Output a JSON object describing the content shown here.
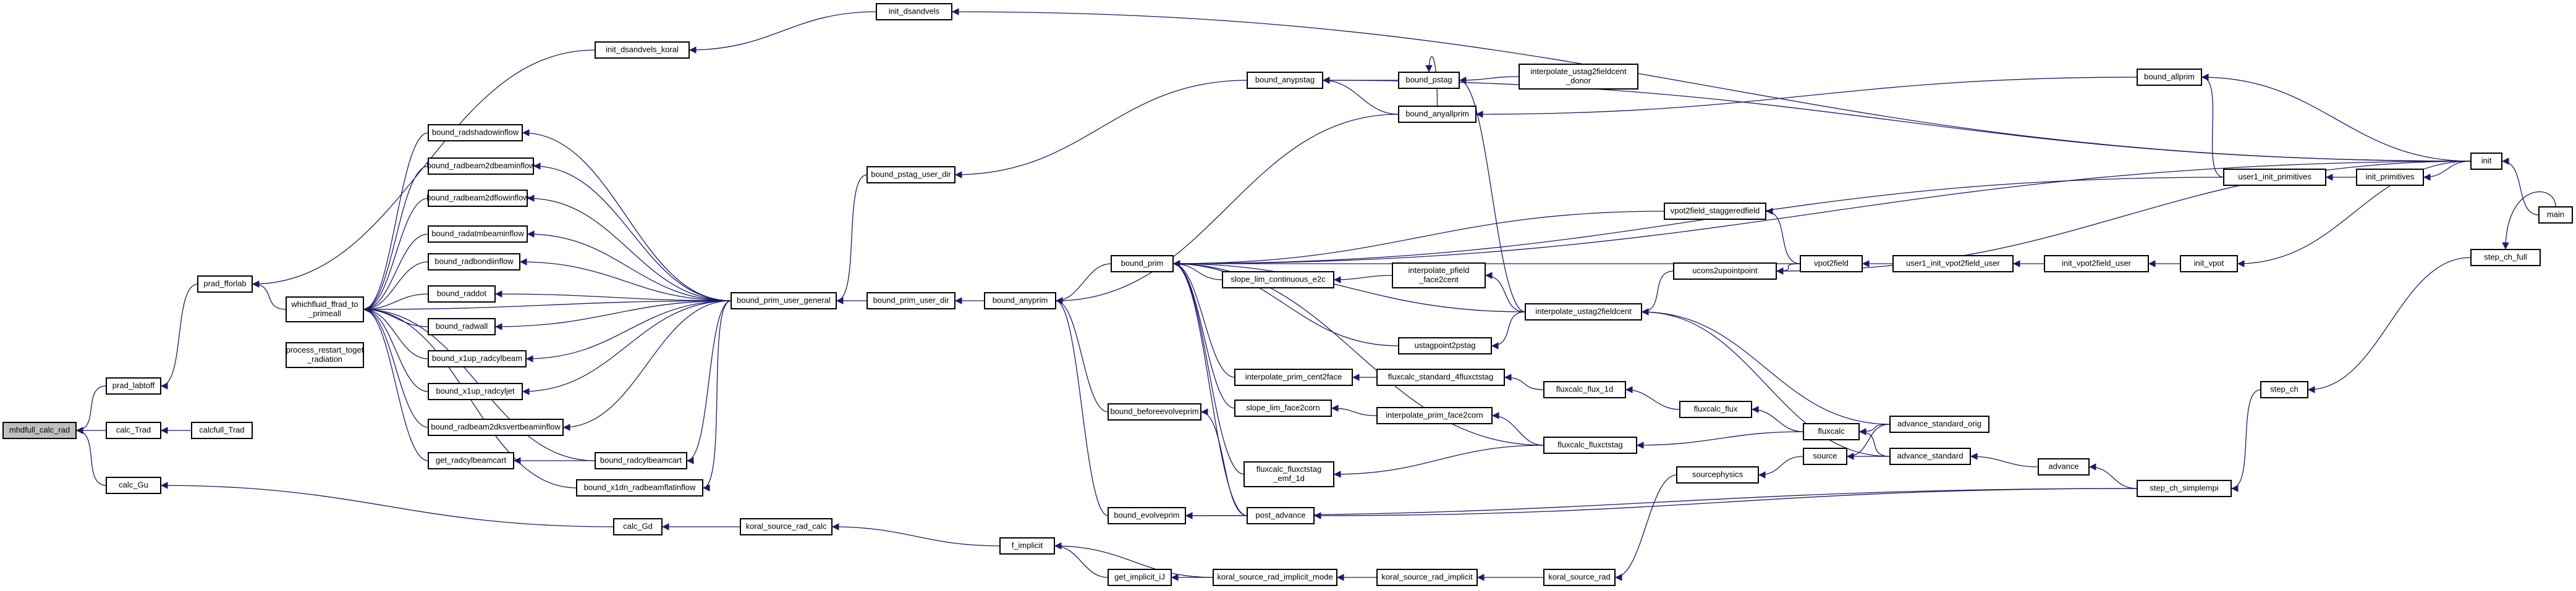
{
  "graph": {
    "edge_color": "#1a1a6e",
    "root_fill": "#bfbfbf",
    "nodes": [
      {
        "id": "mhdfull",
        "lines": [
          "mhdfull_calc_rad"
        ],
        "root": true
      },
      {
        "id": "prad_labf",
        "lines": [
          "prad_labtoff"
        ]
      },
      {
        "id": "calc_Trad",
        "lines": [
          "calc_Trad"
        ]
      },
      {
        "id": "calcfull_Trad",
        "lines": [
          "calcfull_Trad"
        ]
      },
      {
        "id": "calc_Gu",
        "lines": [
          "calc_Gu"
        ]
      },
      {
        "id": "prad_fflab",
        "lines": [
          "prad_fforlab"
        ]
      },
      {
        "id": "whichfluid",
        "lines": [
          "whichfluid_ffrad_to",
          "_primeall"
        ]
      },
      {
        "id": "process_restart",
        "lines": [
          "process_restart_toget",
          "_radiation"
        ]
      },
      {
        "id": "init_dsandvels_koral",
        "lines": [
          "init_dsandvels_koral"
        ]
      },
      {
        "id": "init_dsandvels",
        "lines": [
          "init_dsandvels"
        ]
      },
      {
        "id": "brshadow",
        "lines": [
          "bound_radshadowinflow"
        ]
      },
      {
        "id": "brbeam2dbeam",
        "lines": [
          "bound_radbeam2dbeaminflow"
        ]
      },
      {
        "id": "brbeam2dflow",
        "lines": [
          "bound_radbeam2dflowinflow"
        ]
      },
      {
        "id": "bratm",
        "lines": [
          "bound_radatmbeaminflow"
        ]
      },
      {
        "id": "brbondi",
        "lines": [
          "bound_radbondiinflow"
        ]
      },
      {
        "id": "braddot",
        "lines": [
          "bound_raddot"
        ]
      },
      {
        "id": "bradwall",
        "lines": [
          "bound_radwall"
        ]
      },
      {
        "id": "bx1upbeam",
        "lines": [
          "bound_x1up_radcylbeam"
        ]
      },
      {
        "id": "bx1upjet",
        "lines": [
          "bound_x1up_radcyljet"
        ]
      },
      {
        "id": "brbeam2dkso",
        "lines": [
          "bound_radbeam2dksvertbeaminflow"
        ]
      },
      {
        "id": "getradcyl",
        "lines": [
          "get_radcylbeamcart"
        ]
      },
      {
        "id": "bradcyl",
        "lines": [
          "bound_radcylbeamcart"
        ]
      },
      {
        "id": "bx1dn",
        "lines": [
          "bound_x1dn_radbeamflatinflow"
        ]
      },
      {
        "id": "bpug",
        "lines": [
          "bound_prim_user_general"
        ]
      },
      {
        "id": "bpud",
        "lines": [
          "bound_prim_user_dir"
        ]
      },
      {
        "id": "bpstagud",
        "lines": [
          "bound_pstag_user_dir"
        ]
      },
      {
        "id": "banyprim",
        "lines": [
          "bound_anyprim"
        ]
      },
      {
        "id": "banypstag",
        "lines": [
          "bound_anypstag"
        ]
      },
      {
        "id": "bpstag",
        "lines": [
          "bound_pstag"
        ]
      },
      {
        "id": "interp_donor",
        "lines": [
          "interpolate_ustag2fieldcent",
          "_donor"
        ]
      },
      {
        "id": "banyallprim",
        "lines": [
          "bound_anyallprim"
        ]
      },
      {
        "id": "ballprim",
        "lines": [
          "bound_allprim"
        ]
      },
      {
        "id": "init",
        "lines": [
          "init"
        ]
      },
      {
        "id": "main",
        "lines": [
          "main"
        ]
      },
      {
        "id": "uiprims",
        "lines": [
          "user1_init_primitives"
        ]
      },
      {
        "id": "iprims",
        "lines": [
          "init_primitives"
        ]
      },
      {
        "id": "bprim",
        "lines": [
          "bound_prim"
        ]
      },
      {
        "id": "vpotstag",
        "lines": [
          "vpot2field_staggeredfield"
        ]
      },
      {
        "id": "vpot2field",
        "lines": [
          "vpot2field"
        ]
      },
      {
        "id": "uivpot",
        "lines": [
          "user1_init_vpot2field_user"
        ]
      },
      {
        "id": "ivpotuser",
        "lines": [
          "init_vpot2field_user"
        ]
      },
      {
        "id": "ivpot",
        "lines": [
          "init_vpot"
        ]
      },
      {
        "id": "slope_e2c",
        "lines": [
          "slope_lim_continuous_e2c"
        ]
      },
      {
        "id": "interp_pf",
        "lines": [
          "interpolate_pfield",
          "_face2cent"
        ]
      },
      {
        "id": "interp_ustag",
        "lines": [
          "interpolate_ustag2fieldcent"
        ]
      },
      {
        "id": "ucons2up",
        "lines": [
          "ucons2upointpoint"
        ]
      },
      {
        "id": "ustagpoint",
        "lines": [
          "ustagpoint2pstag"
        ]
      },
      {
        "id": "interp_c2f",
        "lines": [
          "interpolate_prim_cent2face"
        ]
      },
      {
        "id": "flux_std",
        "lines": [
          "fluxcalc_standard_4fluxctstag"
        ]
      },
      {
        "id": "flux_1d",
        "lines": [
          "fluxcalc_flux_1d"
        ]
      },
      {
        "id": "flux_flux",
        "lines": [
          "fluxcalc_flux"
        ]
      },
      {
        "id": "fluxcalc",
        "lines": [
          "fluxcalc"
        ]
      },
      {
        "id": "slope_f2c",
        "lines": [
          "slope_lim_face2corn"
        ]
      },
      {
        "id": "interp_f2c",
        "lines": [
          "interpolate_prim_face2corn"
        ]
      },
      {
        "id": "flux_ctstag",
        "lines": [
          "fluxcalc_fluxctstag"
        ]
      },
      {
        "id": "flux_ctstag_any",
        "lines": [
          "fluxcalc_fluxctstag",
          "_emf_1d"
        ]
      },
      {
        "id": "adv_orig",
        "lines": [
          "advance_standard_orig"
        ]
      },
      {
        "id": "adv_std",
        "lines": [
          "advance_standard"
        ]
      },
      {
        "id": "advance",
        "lines": [
          "advance"
        ]
      },
      {
        "id": "bbefore",
        "lines": [
          "bound_beforeevolveprim"
        ]
      },
      {
        "id": "bevolve",
        "lines": [
          "bound_evolveprim"
        ]
      },
      {
        "id": "post_adv",
        "lines": [
          "post_advance"
        ]
      },
      {
        "id": "source",
        "lines": [
          "source"
        ]
      },
      {
        "id": "srcphys",
        "lines": [
          "sourcephysics"
        ]
      },
      {
        "id": "step_full",
        "lines": [
          "step_ch_full"
        ]
      },
      {
        "id": "step_ch",
        "lines": [
          "step_ch"
        ]
      },
      {
        "id": "step_simple",
        "lines": [
          "step_ch_simplempi"
        ]
      },
      {
        "id": "calc_Gd",
        "lines": [
          "calc_Gd"
        ]
      },
      {
        "id": "ksrc_calc",
        "lines": [
          "koral_source_rad_calc"
        ]
      },
      {
        "id": "f_implicit",
        "lines": [
          "f_implicit"
        ]
      },
      {
        "id": "get_impl",
        "lines": [
          "get_implicit_iJ"
        ]
      },
      {
        "id": "ksrc_mode",
        "lines": [
          "koral_source_rad_implicit_mode"
        ]
      },
      {
        "id": "ksrc_impl",
        "lines": [
          "koral_source_rad_implicit"
        ]
      },
      {
        "id": "ksrc",
        "lines": [
          "koral_source_rad"
        ]
      }
    ],
    "edges": [
      [
        "mhdfull",
        "prad_labf"
      ],
      [
        "mhdfull",
        "calc_Trad"
      ],
      [
        "mhdfull",
        "calc_Gu"
      ],
      [
        "calc_Trad",
        "calcfull_Trad"
      ],
      [
        "prad_labf",
        "prad_fflab"
      ],
      [
        "prad_fflab",
        "whichfluid"
      ],
      [
        "prad_fflab",
        "init_dsandvels_koral"
      ],
      [
        "init_dsandvels_koral",
        "init_dsandvels"
      ],
      [
        "init_dsandvels",
        "init"
      ],
      [
        "whichfluid",
        "brshadow"
      ],
      [
        "whichfluid",
        "brbeam2dbeam"
      ],
      [
        "whichfluid",
        "brbeam2dflow"
      ],
      [
        "whichfluid",
        "bratm"
      ],
      [
        "whichfluid",
        "brbondi"
      ],
      [
        "whichfluid",
        "braddot"
      ],
      [
        "whichfluid",
        "bradwall"
      ],
      [
        "whichfluid",
        "bx1upbeam"
      ],
      [
        "whichfluid",
        "bx1upjet"
      ],
      [
        "whichfluid",
        "brbeam2dkso"
      ],
      [
        "whichfluid",
        "getradcyl"
      ],
      [
        "whichfluid",
        "bradcyl"
      ],
      [
        "whichfluid",
        "bx1dn"
      ],
      [
        "whichfluid",
        "bpug"
      ],
      [
        "getradcyl",
        "bradcyl"
      ],
      [
        "brshadow",
        "bpug"
      ],
      [
        "brbeam2dbeam",
        "bpug"
      ],
      [
        "brbeam2dflow",
        "bpug"
      ],
      [
        "bratm",
        "bpug"
      ],
      [
        "brbondi",
        "bpug"
      ],
      [
        "braddot",
        "bpug"
      ],
      [
        "bradwall",
        "bpug"
      ],
      [
        "bx1upbeam",
        "bpug"
      ],
      [
        "bx1upjet",
        "bpug"
      ],
      [
        "brbeam2dkso",
        "bpug"
      ],
      [
        "bradcyl",
        "bpug"
      ],
      [
        "bx1dn",
        "bpug"
      ],
      [
        "bpug",
        "bpud"
      ],
      [
        "bpug",
        "bpstagud"
      ],
      [
        "bpud",
        "banyprim"
      ],
      [
        "bpstagud",
        "banypstag"
      ],
      [
        "banypstag",
        "bpstag"
      ],
      [
        "banypstag",
        "banyallprim"
      ],
      [
        "banypstag",
        "init"
      ],
      [
        "bpstag",
        "interp_donor"
      ],
      [
        "bpstag",
        "banyallprim"
      ],
      [
        "bpstag",
        "interp_ustag"
      ],
      [
        "banyallprim",
        "ballprim"
      ],
      [
        "ballprim",
        "uiprims"
      ],
      [
        "ballprim",
        "init"
      ],
      [
        "banyprim",
        "banyallprim"
      ],
      [
        "banyprim",
        "bprim"
      ],
      [
        "banyprim",
        "bbefore"
      ],
      [
        "banyprim",
        "bevolve"
      ],
      [
        "bprim",
        "uiprims"
      ],
      [
        "bprim",
        "init"
      ],
      [
        "bprim",
        "vpotstag"
      ],
      [
        "bprim",
        "vpot2field"
      ],
      [
        "bprim",
        "slope_e2c"
      ],
      [
        "bprim",
        "interp_ustag"
      ],
      [
        "bprim",
        "ustagpoint"
      ],
      [
        "bprim",
        "interp_c2f"
      ],
      [
        "bprim",
        "slope_f2c"
      ],
      [
        "bprim",
        "flux_ctstag"
      ],
      [
        "bprim",
        "flux_ctstag_any"
      ],
      [
        "bprim",
        "post_adv"
      ],
      [
        "uiprims",
        "iprims"
      ],
      [
        "iprims",
        "init"
      ],
      [
        "init",
        "main"
      ],
      [
        "vpotstag",
        "vpot2field"
      ],
      [
        "vpot2field",
        "uivpot"
      ],
      [
        "uivpot",
        "ivpotuser"
      ],
      [
        "ivpotuser",
        "ivpot"
      ],
      [
        "ivpot",
        "init"
      ],
      [
        "slope_e2c",
        "interp_pf"
      ],
      [
        "interp_pf",
        "interp_ustag"
      ],
      [
        "interp_ustag",
        "ucons2up"
      ],
      [
        "interp_ustag",
        "adv_orig"
      ],
      [
        "interp_ustag",
        "adv_std"
      ],
      [
        "ucons2up",
        "vpot2field"
      ],
      [
        "ucons2up",
        "init"
      ],
      [
        "ustagpoint",
        "interp_ustag"
      ],
      [
        "interp_c2f",
        "flux_std"
      ],
      [
        "flux_std",
        "flux_1d"
      ],
      [
        "flux_1d",
        "flux_flux"
      ],
      [
        "flux_flux",
        "fluxcalc"
      ],
      [
        "fluxcalc",
        "adv_orig"
      ],
      [
        "fluxcalc",
        "adv_std"
      ],
      [
        "slope_f2c",
        "interp_f2c"
      ],
      [
        "interp_f2c",
        "flux_ctstag"
      ],
      [
        "flux_ctstag",
        "fluxcalc"
      ],
      [
        "flux_ctstag_any",
        "flux_ctstag"
      ],
      [
        "adv_std",
        "advance"
      ],
      [
        "advance",
        "step_simple"
      ],
      [
        "bbefore",
        "post_adv"
      ],
      [
        "bevolve",
        "post_adv"
      ],
      [
        "bevolve",
        "step_simple"
      ],
      [
        "post_adv",
        "step_simple"
      ],
      [
        "source",
        "adv_orig"
      ],
      [
        "source",
        "adv_std"
      ],
      [
        "srcphys",
        "source"
      ],
      [
        "step_simple",
        "step_ch"
      ],
      [
        "step_ch",
        "step_full"
      ],
      [
        "step_full",
        "main"
      ],
      [
        "calc_Gu",
        "calc_Gd"
      ],
      [
        "calc_Gd",
        "ksrc_calc"
      ],
      [
        "ksrc_calc",
        "f_implicit"
      ],
      [
        "f_implicit",
        "get_impl"
      ],
      [
        "f_implicit",
        "ksrc_mode"
      ],
      [
        "get_impl",
        "ksrc_mode"
      ],
      [
        "ksrc_mode",
        "ksrc_impl"
      ],
      [
        "ksrc_impl",
        "ksrc"
      ],
      [
        "ksrc",
        "srcphys"
      ]
    ]
  }
}
